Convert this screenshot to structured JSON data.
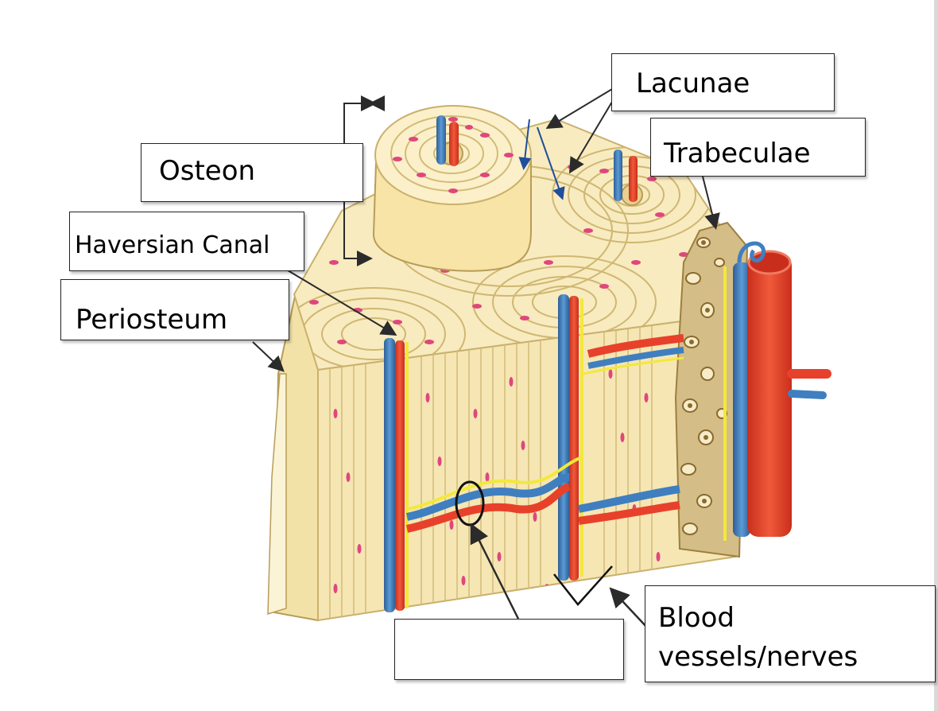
{
  "labels": {
    "osteon": "Osteon",
    "lacunae": "Lacunae",
    "trabeculae": "Trabeculae",
    "haversian_canal": "Haversian Canal",
    "periosteum": "Periosteum",
    "blank": "",
    "blood_vessels_nerves": "Blood vessels/nerves"
  },
  "colors": {
    "bone": "#f6e6b4",
    "bone_light": "#fbf0c9",
    "bone_dark": "#e9d08f",
    "lamella_line": "#c9b06c",
    "lacuna": "#e0467d",
    "artery": "#e8412b",
    "vein": "#3f7fc0",
    "nerve": "#f2e93a",
    "spongy": "#c9b27a",
    "spongy_dark": "#8a6a2e",
    "arrow": "#2b2b2b",
    "blue_arrow": "#1f4e9c"
  }
}
